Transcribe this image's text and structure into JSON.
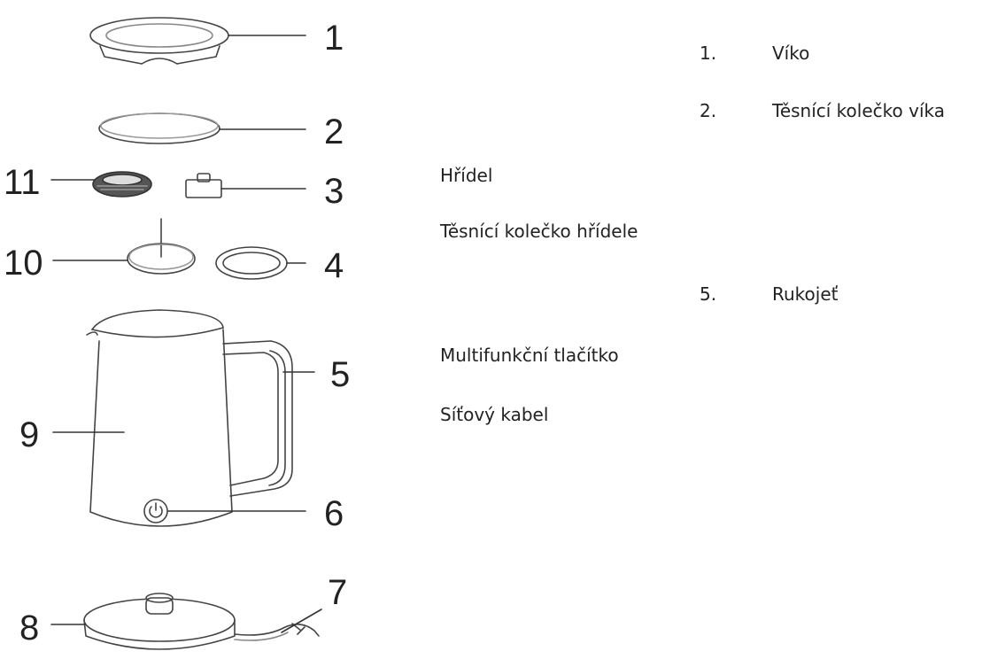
{
  "diagram": {
    "callouts": [
      "1",
      "2",
      "3",
      "4",
      "5",
      "6",
      "7",
      "8",
      "9",
      "10",
      "11"
    ]
  },
  "legend": {
    "items": [
      {
        "num": "1.",
        "label": "Víko"
      },
      {
        "num": "2.",
        "label": "Těsnící kolečko víka"
      },
      {
        "num": "",
        "label": "Hřídel"
      },
      {
        "num": "",
        "label": "Těsnící kolečko hřídele"
      },
      {
        "num": "5.",
        "label": "Rukojeť"
      },
      {
        "num": "",
        "label": "Multifunkční tlačítko"
      },
      {
        "num": "",
        "label": "Síťový kabel"
      }
    ]
  }
}
